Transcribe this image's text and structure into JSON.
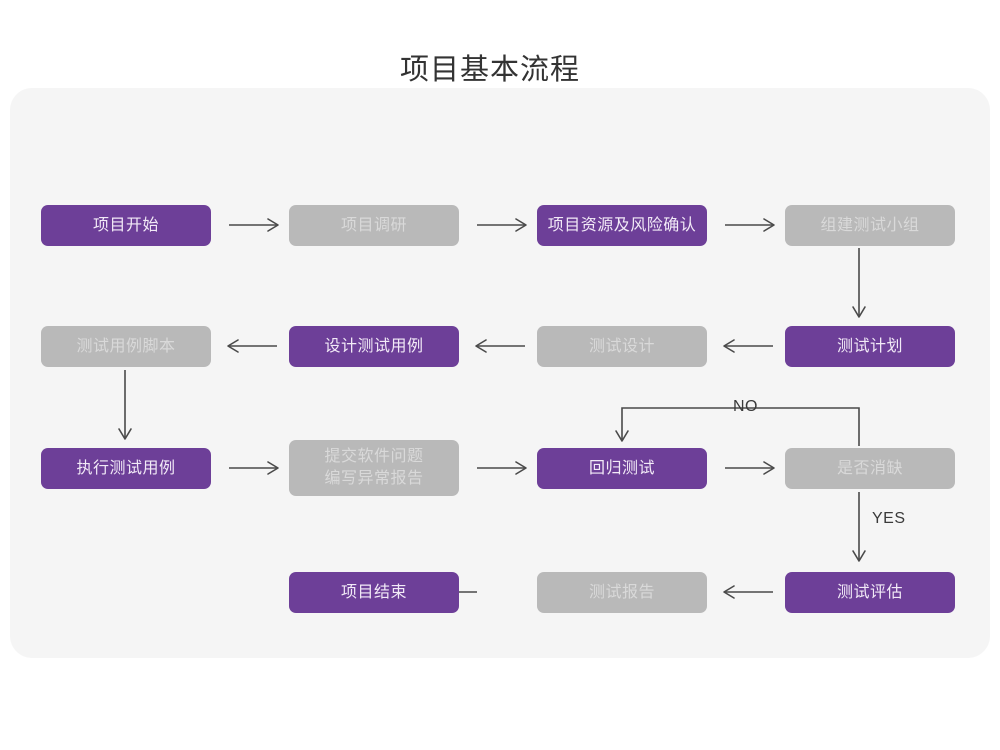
{
  "page": {
    "title": "项目基本流程",
    "canvas_bg": "#f5f5f5",
    "page_bg": "#ffffff",
    "accent_purple": "#6d3f98",
    "accent_gray": "#b9b9b9"
  },
  "nodes": [
    {
      "id": "n1",
      "label": "项目开始",
      "style": "purple"
    },
    {
      "id": "n2",
      "label": "项目调研",
      "style": "gray"
    },
    {
      "id": "n3",
      "label": "项目资源及风险确认",
      "style": "purple"
    },
    {
      "id": "n4",
      "label": "组建测试小组",
      "style": "gray"
    },
    {
      "id": "n5",
      "label": "测试计划",
      "style": "purple"
    },
    {
      "id": "n6",
      "label": "测试设计",
      "style": "gray"
    },
    {
      "id": "n7",
      "label": "设计测试用例",
      "style": "purple"
    },
    {
      "id": "n8",
      "label": "测试用例脚本",
      "style": "gray"
    },
    {
      "id": "n9",
      "label": "执行测试用例",
      "style": "purple"
    },
    {
      "id": "n10",
      "label": "提交软件问题",
      "label2": "编写异常报告",
      "style": "gray"
    },
    {
      "id": "n11",
      "label": "回归测试",
      "style": "purple"
    },
    {
      "id": "n12",
      "label": "是否消缺",
      "style": "gray"
    },
    {
      "id": "n13",
      "label": "测试评估",
      "style": "purple"
    },
    {
      "id": "n14",
      "label": "测试报告",
      "style": "gray"
    },
    {
      "id": "n15",
      "label": "项目结束",
      "style": "purple"
    }
  ],
  "edge_labels": {
    "no": "NO",
    "yes": "YES"
  }
}
